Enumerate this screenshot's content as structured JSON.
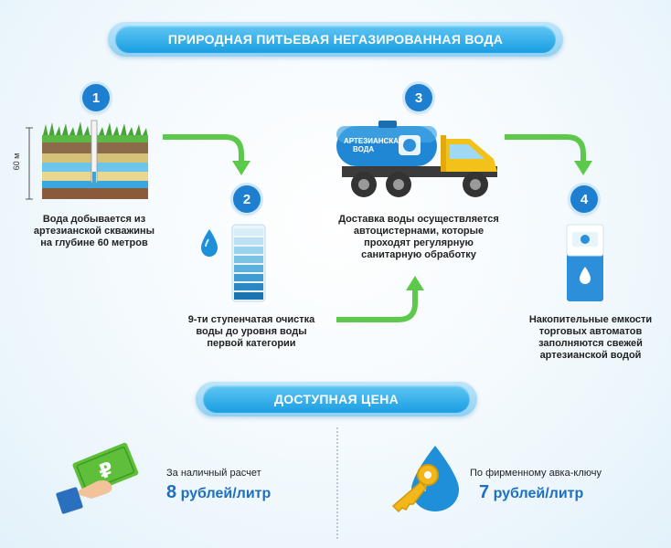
{
  "header": {
    "title": "ПРИРОДНАЯ ПИТЬЕВАЯ НЕГАЗИРОВАННАЯ ВОДА"
  },
  "steps": [
    {
      "number": "1",
      "text_lines": [
        "Вода добывается из",
        "артезианской скважины",
        "на глубине 60 метров"
      ],
      "depth_label": "60 м"
    },
    {
      "number": "2",
      "text_lines": [
        "9-ти ступенчатая очистка",
        "воды до уровня воды",
        "первой категории"
      ]
    },
    {
      "number": "3",
      "text_lines": [
        "Доставка воды осуществляется",
        "автоцистернами, которые",
        "проходят регулярную",
        "санитарную обработку"
      ],
      "tank_label_lines": [
        "АРТЕЗИАНСКАЯ",
        "ВОДА"
      ]
    },
    {
      "number": "4",
      "text_lines": [
        "Накопительные емкости",
        "торговых автоматов",
        "заполняются свежей",
        "артезианской водой"
      ]
    }
  ],
  "price_banner": {
    "title": "ДОСТУПНАЯ ЦЕНА"
  },
  "prices": [
    {
      "label": "За наличный расчет",
      "amount": "8",
      "unit": " рублей/литр"
    },
    {
      "label": "По фирменному авка-ключу",
      "amount": "7",
      "unit": " рублей/литр"
    }
  ],
  "colors": {
    "accent_blue": "#1e7fd0",
    "arrow_green": "#5cc94a",
    "banner_blue": "#1a9ee2"
  },
  "icons": [
    "well-cross-section-icon",
    "water-drop-icon",
    "filter-column-icon",
    "water-truck-icon",
    "vending-machine-icon",
    "cash-hand-icon",
    "key-drop-icon"
  ]
}
